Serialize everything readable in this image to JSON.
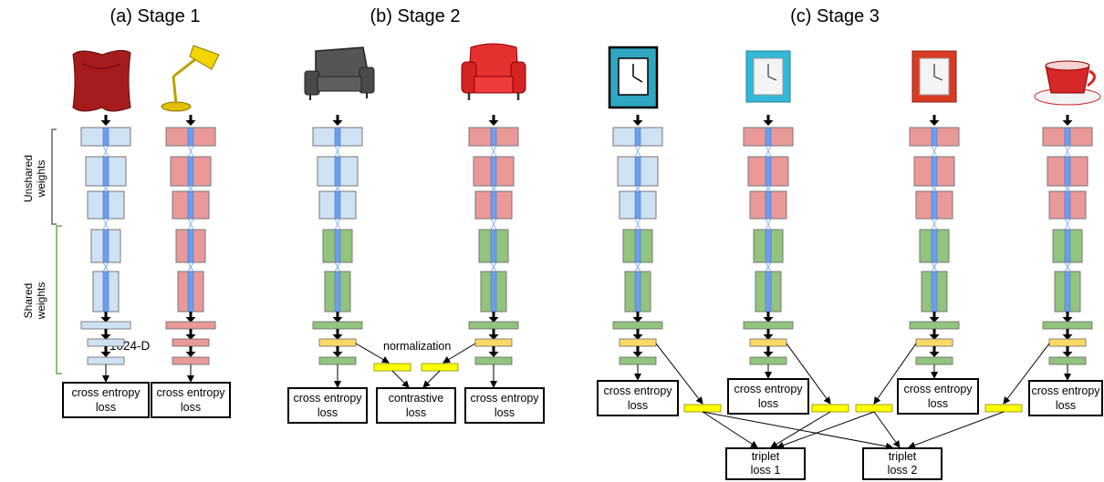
{
  "stages": [
    {
      "title": "(a) Stage 1"
    },
    {
      "title": "(b) Stage 2"
    },
    {
      "title": "(c) Stage 3"
    }
  ],
  "side_labels": {
    "unshared": [
      "Unshared",
      "weights"
    ],
    "shared": [
      "Shared",
      "weights"
    ]
  },
  "annotations": {
    "dim": "1024-D",
    "normalization": "normalization"
  },
  "losses": {
    "cross_entropy": [
      "cross entropy",
      "loss"
    ],
    "contrastive": [
      "contrastive",
      "loss"
    ],
    "triplet1": [
      "triplet",
      "loss 1"
    ],
    "triplet2": [
      "triplet",
      "loss 2"
    ]
  },
  "images": [
    "pillow",
    "desk-lamp",
    "sketch-armchair",
    "red-armchair",
    "sketch-clock",
    "blue-clock",
    "red-clock",
    "teacup"
  ],
  "colors": {
    "sketch_branch": "#cfe2f3",
    "photo_branch": "#ea9999",
    "shared_layers": "#93c47d",
    "connector": "#6d9eeb",
    "normalized": "#ffd966",
    "embedding": "#ffff00",
    "bracket_unshared": "#666666",
    "bracket_shared": "#6aa84f"
  }
}
